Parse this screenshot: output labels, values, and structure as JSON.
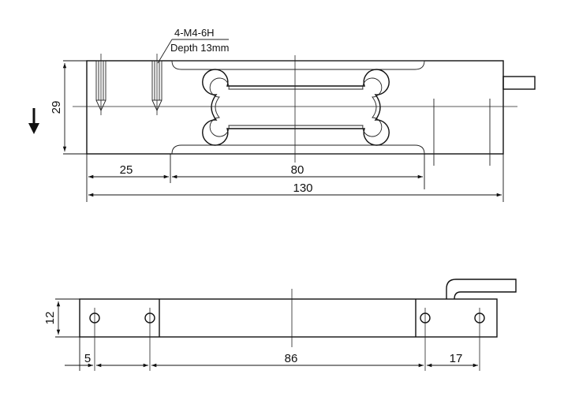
{
  "thread_note": {
    "spec": "4-M4-6H",
    "depth": "Depth 13mm"
  },
  "top_view": {
    "dim_height": "29",
    "dim_left": "25",
    "dim_middle": "80",
    "dim_total": "130",
    "force_direction": "down"
  },
  "bottom_view": {
    "dim_height": "12",
    "dim_left": "5",
    "dim_middle": "86",
    "dim_right": "17"
  }
}
